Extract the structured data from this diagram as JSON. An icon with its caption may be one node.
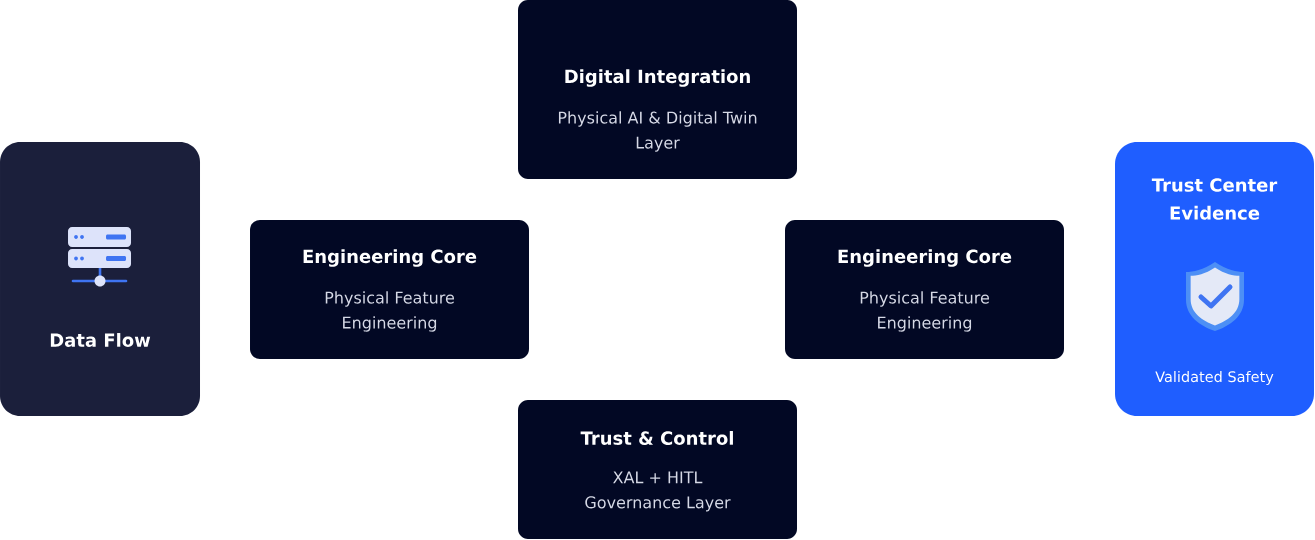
{
  "diagram": {
    "nodes": [
      {
        "text": [
          "Data Flow"
        ]
      },
      {
        "text": [
          "Digital Integration",
          "Physical AI & Digital Twin Layer"
        ]
      },
      {
        "text": [
          "Engineering Core",
          "Physical Feature Engineering"
        ]
      },
      {
        "text": [
          "Engineering Core",
          "Physical Feature Engineering"
        ]
      },
      {
        "text": [
          "Trust & Control",
          "XAL + HITL Governance Layer"
        ]
      },
      {
        "text": [
          "Trust Center Evidence",
          "Validated Safety"
        ]
      }
    ]
  }
}
